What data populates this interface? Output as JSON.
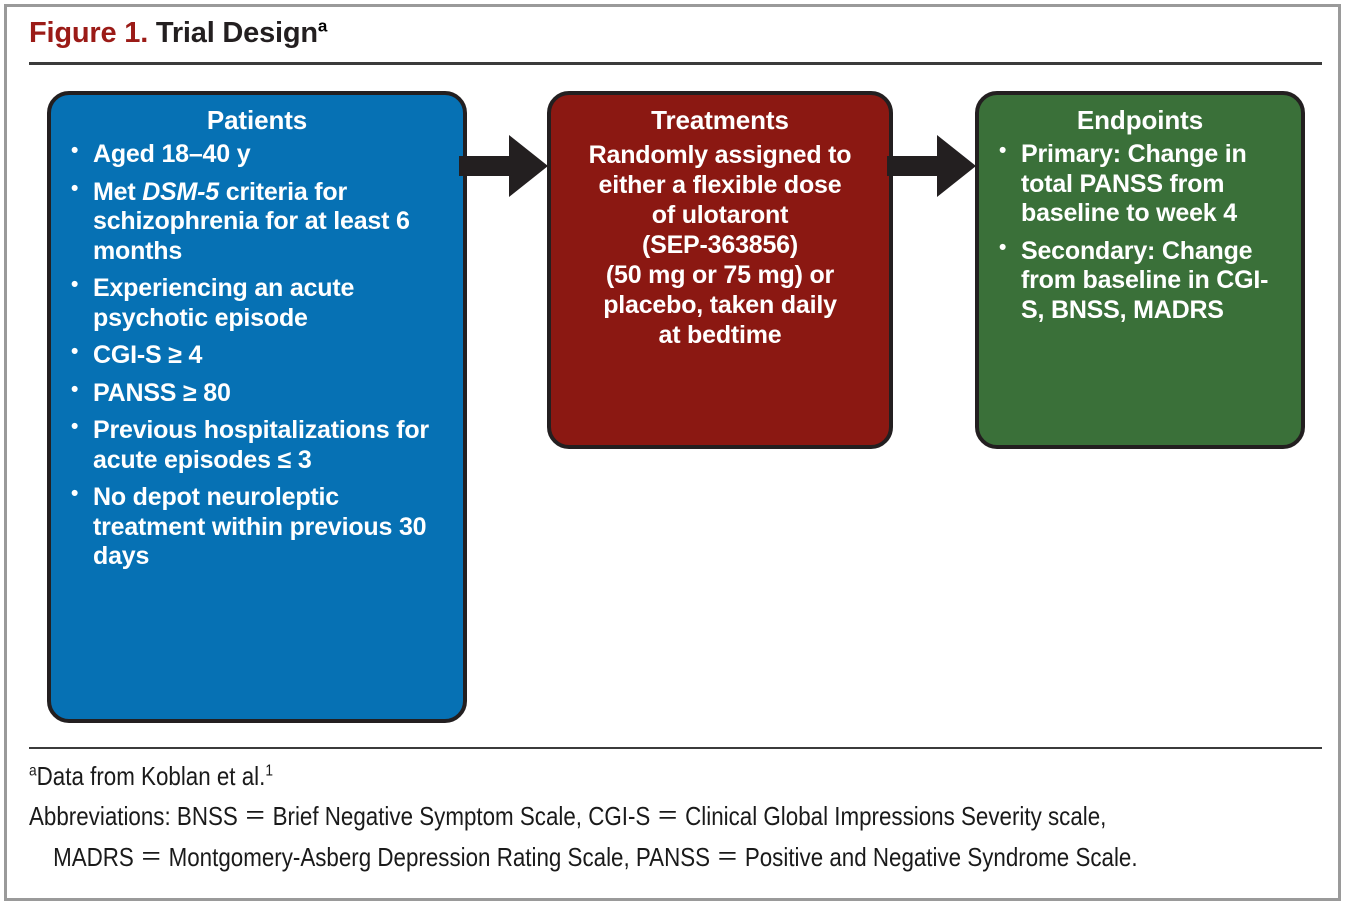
{
  "figure": {
    "label": "Figure 1.",
    "title": "Trial Design",
    "title_superscript": "a"
  },
  "colors": {
    "title_label": "#9b1b17",
    "title_text": "#231f20",
    "patients_box": "#0671B4",
    "treatments_box": "#8B1812",
    "endpoints_box": "#3A7039",
    "box_border": "#231f20",
    "frame": "#9a9a9a",
    "arrow": "#231f20"
  },
  "flow": {
    "patients": {
      "heading": "Patients",
      "bullets": [
        {
          "pre": "Aged 18–40 y",
          "italic": "",
          "post": ""
        },
        {
          "pre": "Met ",
          "italic": "DSM-5",
          "post": " criteria for schizophrenia for at least 6 months"
        },
        {
          "pre": "Experiencing an acute psychotic episode",
          "italic": "",
          "post": ""
        },
        {
          "pre": "CGI-S ≥ 4",
          "italic": "",
          "post": ""
        },
        {
          "pre": "PANSS ≥ 80",
          "italic": "",
          "post": ""
        },
        {
          "pre": "Previous hospitalizations for acute episodes ≤ 3",
          "italic": "",
          "post": ""
        },
        {
          "pre": "No depot neuroleptic treatment within previous 30 days",
          "italic": "",
          "post": ""
        }
      ]
    },
    "treatments": {
      "heading": "Treatments",
      "lines": [
        "Randomly assigned to",
        "either a flexible dose",
        "of ulotaront",
        "(SEP-363856)",
        "(50 mg or 75 mg) or",
        "placebo, taken daily",
        "at bedtime"
      ]
    },
    "endpoints": {
      "heading": "Endpoints",
      "bullets": [
        "Primary: Change in total PANSS from baseline to week 4",
        "Secondary: Change from baseline in CGI-S, BNSS, MADRS"
      ]
    },
    "arrows": [
      {
        "name": "arrow-patients-to-treatments"
      },
      {
        "name": "arrow-treatments-to-endpoints"
      }
    ]
  },
  "footnotes": {
    "source_marker": "a",
    "source_text": "Data from Koblan et al.",
    "source_ref": "1",
    "abbreviations_line1": "Abbreviations: BNSS ＝ Brief Negative Symptom Scale, CGI-S ＝ Clinical Global Impressions Severity scale,",
    "abbreviations_line2": "MADRS ＝ Montgomery-Asberg Depression Rating Scale, PANSS ＝ Positive and Negative Syndrome Scale."
  }
}
